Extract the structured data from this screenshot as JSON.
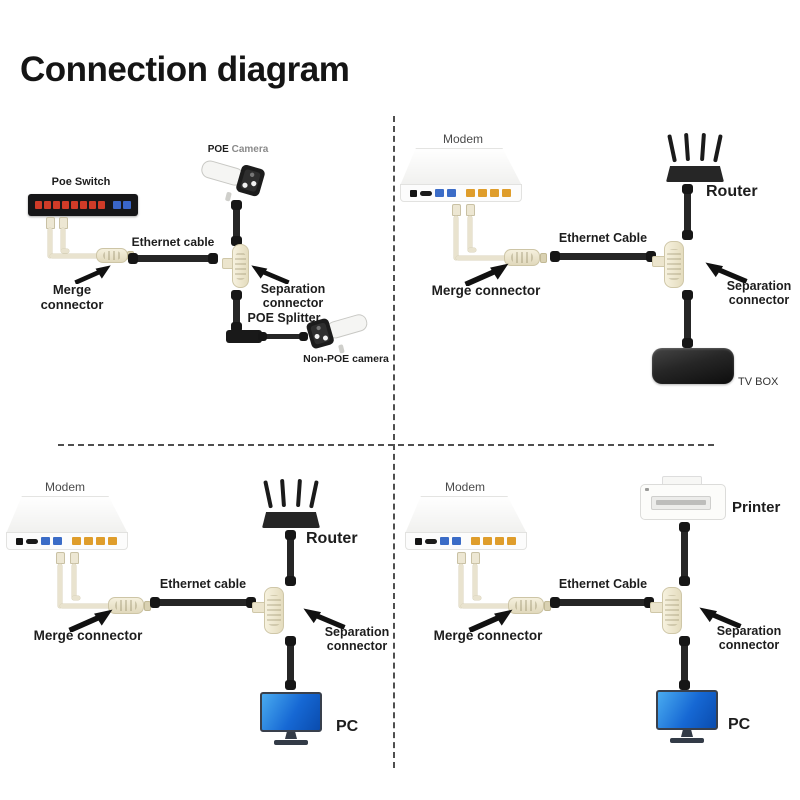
{
  "title": "Connection diagram",
  "quadrants": {
    "q1": {
      "source_device": "Poe Switch",
      "ethernet_cable": "Ethernet cable",
      "merge_connector": "Merge connector",
      "separation_connector": "Separation connector",
      "poe_camera_brand": "POE",
      "poe_camera_word": "Camera",
      "poe_splitter": "POE Splitter",
      "non_poe_camera": "Non-POE camera"
    },
    "q2": {
      "source_device": "Modem",
      "ethernet_cable": "Ethernet Cable",
      "merge_connector": "Merge connector",
      "separation_connector": "Separation connector",
      "top_device": "Router",
      "bottom_device": "TV BOX"
    },
    "q3": {
      "source_device": "Modem",
      "ethernet_cable": "Ethernet cable",
      "merge_connector": "Merge connector",
      "separation_connector": "Separation connector",
      "top_device": "Router",
      "bottom_device": "PC"
    },
    "q4": {
      "source_device": "Modem",
      "ethernet_cable": "Ethernet Cable",
      "merge_connector": "Merge connector",
      "separation_connector": "Separation connector",
      "top_device": "Printer",
      "bottom_device": "PC"
    }
  },
  "colors": {
    "label_text": "#1d1d1d",
    "divider_dash": "#4f4f4f",
    "connector_ivory": "#ece5cf",
    "cable_black": "#262626",
    "port_blue": "#3b6cc7",
    "port_orange": "#df9d2b",
    "port_red": "#cf3b28",
    "monitor_blue": "#1668d4"
  }
}
